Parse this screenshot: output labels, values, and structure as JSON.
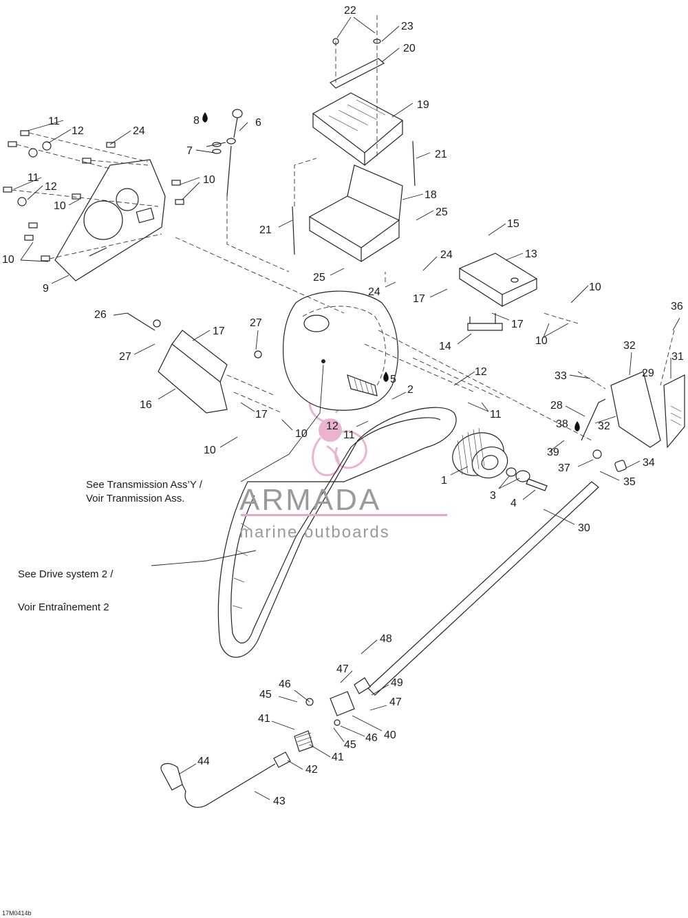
{
  "diagram": {
    "callouts": [
      {
        "id": "c22a",
        "text": "22"
      },
      {
        "id": "c23",
        "text": "23"
      },
      {
        "id": "c20",
        "text": "20"
      },
      {
        "id": "c19",
        "text": "19"
      },
      {
        "id": "c21a",
        "text": "21"
      },
      {
        "id": "c18",
        "text": "18"
      },
      {
        "id": "c25a",
        "text": "25"
      },
      {
        "id": "c21b",
        "text": "21"
      },
      {
        "id": "c25b",
        "text": "25"
      },
      {
        "id": "c24a",
        "text": "24"
      },
      {
        "id": "c24b",
        "text": "24"
      },
      {
        "id": "c15",
        "text": "15"
      },
      {
        "id": "c13",
        "text": "13"
      },
      {
        "id": "c10a",
        "text": "10"
      },
      {
        "id": "c17a",
        "text": "17"
      },
      {
        "id": "c17b",
        "text": "17"
      },
      {
        "id": "c10b",
        "text": "10"
      },
      {
        "id": "c14",
        "text": "14"
      },
      {
        "id": "c8",
        "text": "8"
      },
      {
        "id": "c6",
        "text": "6"
      },
      {
        "id": "c7",
        "text": "7"
      },
      {
        "id": "c11a",
        "text": "11"
      },
      {
        "id": "c12a",
        "text": "12"
      },
      {
        "id": "c24c",
        "text": "24"
      },
      {
        "id": "c11b",
        "text": "11"
      },
      {
        "id": "c12b",
        "text": "12"
      },
      {
        "id": "c10c",
        "text": "10"
      },
      {
        "id": "c10d",
        "text": "10"
      },
      {
        "id": "c10e",
        "text": "10"
      },
      {
        "id": "c9",
        "text": "9"
      },
      {
        "id": "c26",
        "text": "26"
      },
      {
        "id": "c27a",
        "text": "27"
      },
      {
        "id": "c27b",
        "text": "27"
      },
      {
        "id": "c17c",
        "text": "17"
      },
      {
        "id": "c16",
        "text": "16"
      },
      {
        "id": "c17d",
        "text": "17"
      },
      {
        "id": "c10f",
        "text": "10"
      },
      {
        "id": "c10g",
        "text": "10"
      },
      {
        "id": "c5",
        "text": "5"
      },
      {
        "id": "c2",
        "text": "2"
      },
      {
        "id": "c12c",
        "text": "12"
      },
      {
        "id": "c11c",
        "text": "11"
      },
      {
        "id": "c12d",
        "text": "12"
      },
      {
        "id": "c11d",
        "text": "11"
      },
      {
        "id": "c1",
        "text": "1"
      },
      {
        "id": "c3",
        "text": "3"
      },
      {
        "id": "c4",
        "text": "4"
      },
      {
        "id": "c36",
        "text": "36"
      },
      {
        "id": "c32a",
        "text": "32"
      },
      {
        "id": "c31",
        "text": "31"
      },
      {
        "id": "c33",
        "text": "33"
      },
      {
        "id": "c29",
        "text": "29"
      },
      {
        "id": "c28",
        "text": "28"
      },
      {
        "id": "c32b",
        "text": "32"
      },
      {
        "id": "c38",
        "text": "38"
      },
      {
        "id": "c39",
        "text": "39"
      },
      {
        "id": "c34",
        "text": "34"
      },
      {
        "id": "c37",
        "text": "37"
      },
      {
        "id": "c35",
        "text": "35"
      },
      {
        "id": "c30",
        "text": "30"
      },
      {
        "id": "c48",
        "text": "48"
      },
      {
        "id": "c47a",
        "text": "47"
      },
      {
        "id": "c49",
        "text": "49"
      },
      {
        "id": "c46a",
        "text": "46"
      },
      {
        "id": "c45a",
        "text": "45"
      },
      {
        "id": "c47b",
        "text": "47"
      },
      {
        "id": "c41a",
        "text": "41"
      },
      {
        "id": "c40",
        "text": "40"
      },
      {
        "id": "c46b",
        "text": "46"
      },
      {
        "id": "c45b",
        "text": "45"
      },
      {
        "id": "c41b",
        "text": "41"
      },
      {
        "id": "c44",
        "text": "44"
      },
      {
        "id": "c42",
        "text": "42"
      },
      {
        "id": "c43",
        "text": "43"
      }
    ],
    "notes": {
      "transmission_line1": "See Transmission Ass’Y /",
      "transmission_line2": "Voir Tranmission Ass.",
      "drive_line1": "See Drive system 2 /",
      "drive_line2": "Voir Entraînement 2"
    },
    "figure_code": "17M0414b",
    "watermark": {
      "title": "ARMADA",
      "subtitle": "marine outboards",
      "brand_color": "#e8a6c8",
      "text_color": "#9a9a9a"
    },
    "icons": [
      "oil-drop-icon",
      "propeller-logo-icon"
    ]
  }
}
